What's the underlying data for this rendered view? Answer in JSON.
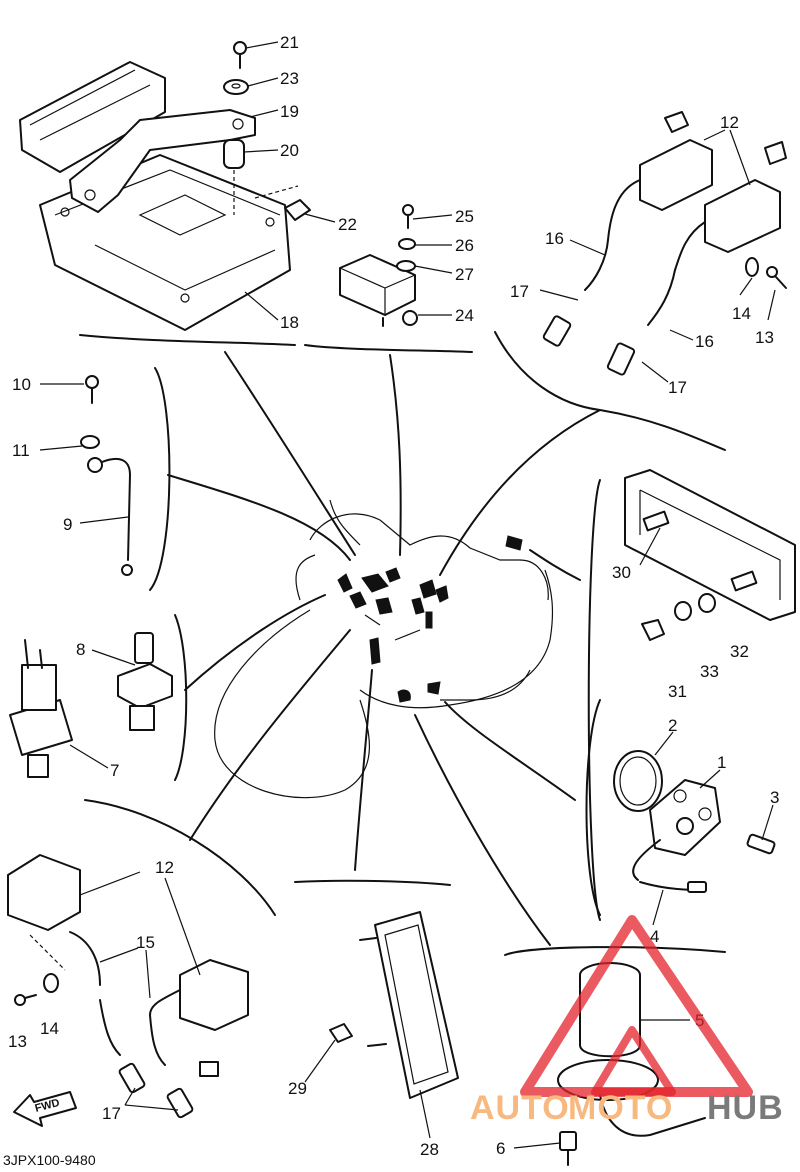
{
  "diagram": {
    "code": "3JPX100-9480",
    "fwd_label": "FWD",
    "part_numbers": [
      {
        "id": "p1",
        "text": "1"
      },
      {
        "id": "p2",
        "text": "2"
      },
      {
        "id": "p3",
        "text": "3"
      },
      {
        "id": "p4",
        "text": "4"
      },
      {
        "id": "p5",
        "text": "5"
      },
      {
        "id": "p6",
        "text": "6"
      },
      {
        "id": "p7",
        "text": "7"
      },
      {
        "id": "p8",
        "text": "8"
      },
      {
        "id": "p9",
        "text": "9"
      },
      {
        "id": "p10",
        "text": "10"
      },
      {
        "id": "p11",
        "text": "11"
      },
      {
        "id": "p12a",
        "text": "12"
      },
      {
        "id": "p12b",
        "text": "12"
      },
      {
        "id": "p13a",
        "text": "13"
      },
      {
        "id": "p13b",
        "text": "13"
      },
      {
        "id": "p14a",
        "text": "14"
      },
      {
        "id": "p14b",
        "text": "14"
      },
      {
        "id": "p15",
        "text": "15"
      },
      {
        "id": "p16a",
        "text": "16"
      },
      {
        "id": "p16b",
        "text": "16"
      },
      {
        "id": "p17a",
        "text": "17"
      },
      {
        "id": "p17b",
        "text": "17"
      },
      {
        "id": "p17c",
        "text": "17"
      },
      {
        "id": "p18",
        "text": "18"
      },
      {
        "id": "p19",
        "text": "19"
      },
      {
        "id": "p20",
        "text": "20"
      },
      {
        "id": "p21",
        "text": "21"
      },
      {
        "id": "p22",
        "text": "22"
      },
      {
        "id": "p23",
        "text": "23"
      },
      {
        "id": "p24",
        "text": "24"
      },
      {
        "id": "p25",
        "text": "25"
      },
      {
        "id": "p26",
        "text": "26"
      },
      {
        "id": "p27",
        "text": "27"
      },
      {
        "id": "p28",
        "text": "28"
      },
      {
        "id": "p29",
        "text": "29"
      },
      {
        "id": "p30",
        "text": "30"
      },
      {
        "id": "p31",
        "text": "31"
      },
      {
        "id": "p32",
        "text": "32"
      },
      {
        "id": "p33",
        "text": "33"
      }
    ]
  },
  "watermark": {
    "text_a": "AUTO",
    "text_b": "MOTO",
    "text_c": "HUB",
    "color_a": "#f7b980",
    "color_b": "#f7b980",
    "color_c": "#7a7a7a",
    "triangle_color": "#e3232b"
  }
}
